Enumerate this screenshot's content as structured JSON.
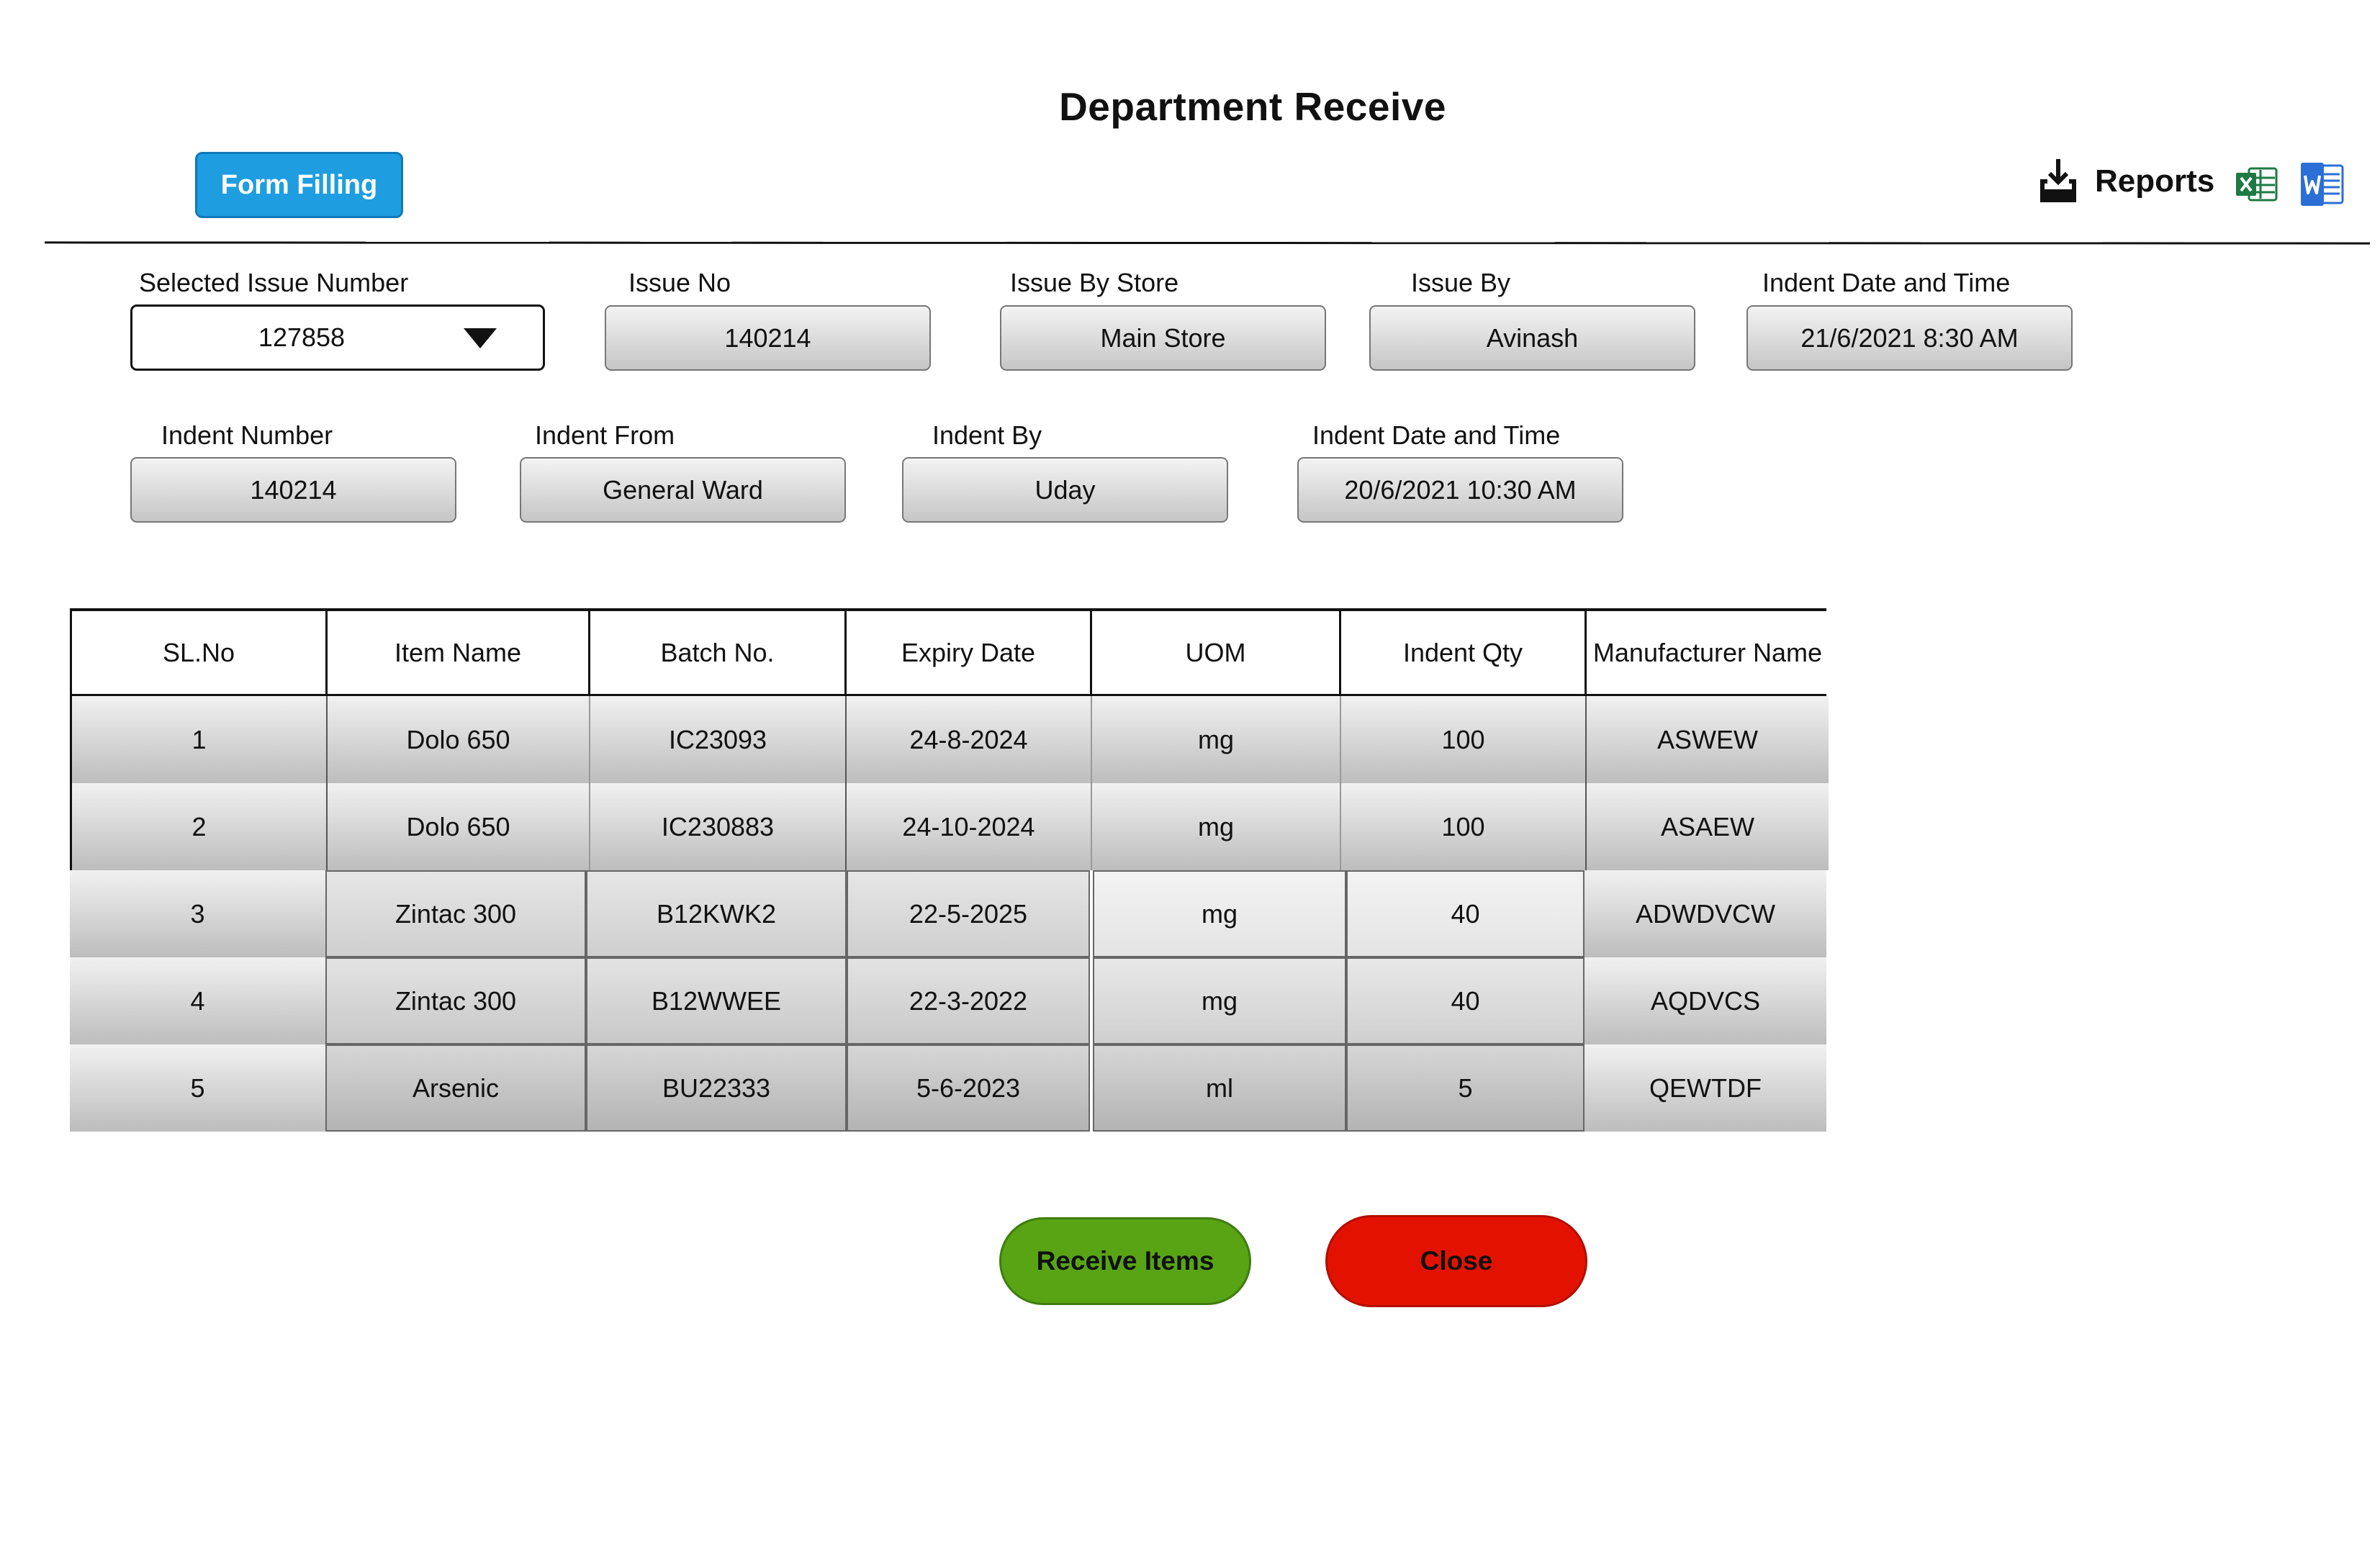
{
  "header": {
    "title": "Department Receive",
    "form_filling_label": "Form Filling",
    "reports_label": "Reports",
    "icons": [
      "download-tray-icon",
      "excel-icon",
      "word-icon"
    ]
  },
  "fields": {
    "selected_issue_number": {
      "label": "Selected Issue Number",
      "value": "127858"
    },
    "issue_no": {
      "label": "Issue No",
      "value": "140214"
    },
    "issue_by_store": {
      "label": "Issue By Store",
      "value": "Main Store"
    },
    "issue_by": {
      "label": "Issue By",
      "value": "Avinash"
    },
    "issue_date_time": {
      "label": "Indent Date and Time",
      "value": "21/6/2021 8:30 AM"
    },
    "indent_number": {
      "label": "Indent Number",
      "value": "140214"
    },
    "indent_from": {
      "label": "Indent From",
      "value": "General Ward"
    },
    "indent_by": {
      "label": "Indent By",
      "value": "Uday"
    },
    "indent_date_time": {
      "label": "Indent Date and Time",
      "value": "20/6/2021 10:30 AM"
    }
  },
  "table": {
    "columns": [
      "SL.No",
      "Item Name",
      "Batch No.",
      "Expiry Date",
      "UOM",
      "Indent Qty",
      "Manufacturer Name"
    ],
    "rows": [
      [
        "1",
        "Dolo 650",
        "IC23093",
        "24-8-2024",
        "mg",
        "100",
        "ASWEW"
      ],
      [
        "2",
        "Dolo 650",
        "IC230883",
        "24-10-2024",
        "mg",
        "100",
        "ASAEW"
      ],
      [
        "3",
        "Zintac 300",
        "B12KWK2",
        "22-5-2025",
        "mg",
        "40",
        "ADWDVCW"
      ],
      [
        "4",
        "Zintac 300",
        "B12WWEE",
        "22-3-2022",
        "mg",
        "40",
        "AQDVCS"
      ],
      [
        "5",
        "Arsenic",
        "BU22333",
        "5-6-2023",
        "ml",
        "5",
        "QEWTDF"
      ]
    ]
  },
  "actions": {
    "receive_label": "Receive Items",
    "close_label": "Close"
  },
  "colors": {
    "form_filling": "#1e9ee0",
    "receive": "#58a415",
    "close": "#e31200"
  }
}
